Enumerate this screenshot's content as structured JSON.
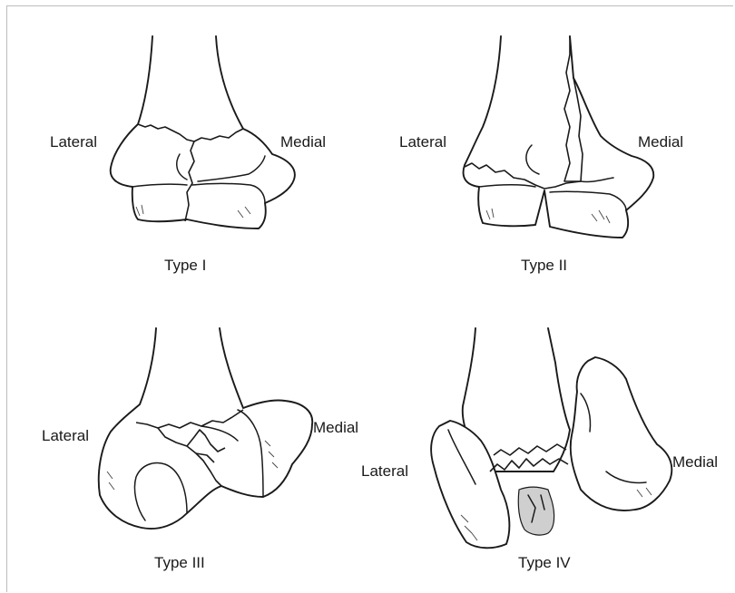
{
  "panels": [
    {
      "caption": "Type I",
      "lateral": "Lateral",
      "medial": "Medial"
    },
    {
      "caption": "Type II",
      "lateral": "Lateral",
      "medial": "Medial"
    },
    {
      "caption": "Type III",
      "lateral": "Lateral",
      "medial": "Medial"
    },
    {
      "caption": "Type IV",
      "lateral": "Lateral",
      "medial": "Medial"
    }
  ]
}
